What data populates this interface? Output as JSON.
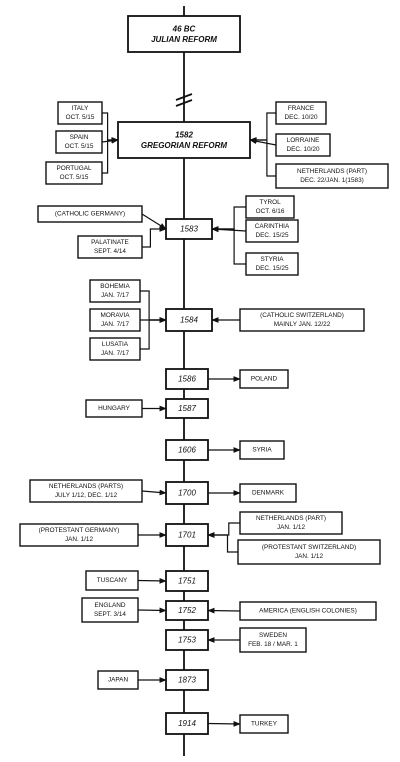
{
  "timeline": [
    {
      "key": "julian",
      "lines": [
        "46 BC",
        "JULIAN REFORM"
      ]
    },
    {
      "key": "gregorian",
      "lines": [
        "1582",
        "GREGORIAN REFORM"
      ]
    },
    {
      "key": "y1583",
      "lines": [
        "1583"
      ]
    },
    {
      "key": "y1584",
      "lines": [
        "1584"
      ]
    },
    {
      "key": "y1586",
      "lines": [
        "1586"
      ]
    },
    {
      "key": "y1587",
      "lines": [
        "1587"
      ]
    },
    {
      "key": "y1606",
      "lines": [
        "1606"
      ]
    },
    {
      "key": "y1700",
      "lines": [
        "1700"
      ]
    },
    {
      "key": "y1701",
      "lines": [
        "1701"
      ]
    },
    {
      "key": "y1751",
      "lines": [
        "1751"
      ]
    },
    {
      "key": "y1752",
      "lines": [
        "1752"
      ]
    },
    {
      "key": "y1753",
      "lines": [
        "1753"
      ]
    },
    {
      "key": "y1873",
      "lines": [
        "1873"
      ]
    },
    {
      "key": "y1914",
      "lines": [
        "1914"
      ]
    }
  ],
  "countries": [
    {
      "key": "italy",
      "to": "gregorian",
      "lines": [
        "ITALY",
        "OCT. 5/15"
      ]
    },
    {
      "key": "spain",
      "to": "gregorian",
      "lines": [
        "SPAIN",
        "OCT. 5/15"
      ]
    },
    {
      "key": "portugal",
      "to": "gregorian",
      "lines": [
        "PORTUGAL",
        "OCT. 5/15"
      ]
    },
    {
      "key": "france",
      "to": "gregorian",
      "lines": [
        "FRANCE",
        "DEC. 10/20"
      ]
    },
    {
      "key": "lorraine",
      "to": "gregorian",
      "lines": [
        "LORRAINE",
        "DEC. 10/20"
      ]
    },
    {
      "key": "netherlands-part-1582",
      "to": "gregorian",
      "lines": [
        "NETHERLANDS (PART)",
        "DEC. 22/JAN. 1(1583)"
      ]
    },
    {
      "key": "catholic-germany",
      "to": "y1583",
      "lines": [
        "(CATHOLIC GERMANY)"
      ]
    },
    {
      "key": "palatinate",
      "to": "y1583",
      "lines": [
        "PALATINATE",
        "SEPT. 4/14"
      ]
    },
    {
      "key": "tyrol",
      "to": "y1583",
      "lines": [
        "TYROL",
        "OCT. 6/16"
      ]
    },
    {
      "key": "carinthia",
      "to": "y1583",
      "lines": [
        "CARINTHIA",
        "DEC. 15/25"
      ]
    },
    {
      "key": "styria",
      "to": "y1583",
      "lines": [
        "STYRIA",
        "DEC. 15/25"
      ]
    },
    {
      "key": "bohemia",
      "to": "y1584",
      "lines": [
        "BOHEMIA",
        "JAN. 7/17"
      ]
    },
    {
      "key": "moravia",
      "to": "y1584",
      "lines": [
        "MORAVIA",
        "JAN. 7/17"
      ]
    },
    {
      "key": "lusatia",
      "to": "y1584",
      "lines": [
        "LUSATIA",
        "JAN. 7/17"
      ]
    },
    {
      "key": "catholic-switzerland",
      "to": "y1584",
      "lines": [
        "(CATHOLIC SWITZERLAND)",
        "MAINLY JAN. 12/22"
      ]
    },
    {
      "key": "poland",
      "to": "y1586",
      "lines": [
        "POLAND"
      ]
    },
    {
      "key": "hungary",
      "to": "y1587",
      "lines": [
        "HUNGARY"
      ]
    },
    {
      "key": "syria",
      "to": "y1606",
      "lines": [
        "SYRIA"
      ]
    },
    {
      "key": "netherlands-parts-1700",
      "to": "y1700",
      "lines": [
        "NETHERLANDS (PARTS)",
        "JULY 1/12, DEC. 1/12"
      ]
    },
    {
      "key": "denmark",
      "to": "y1700",
      "lines": [
        "DENMARK"
      ]
    },
    {
      "key": "protestant-germany",
      "to": "y1701",
      "lines": [
        "(PROTESTANT GERMANY)",
        "JAN. 1/12"
      ]
    },
    {
      "key": "netherlands-part-1701",
      "to": "y1701",
      "lines": [
        "NETHERLANDS (PART)",
        "JAN. 1/12"
      ]
    },
    {
      "key": "protestant-switzerland",
      "to": "y1701",
      "lines": [
        "(PROTESTANT SWITZERLAND)",
        "JAN. 1/12"
      ]
    },
    {
      "key": "tuscany",
      "to": "y1751",
      "lines": [
        "TUSCANY"
      ]
    },
    {
      "key": "england",
      "to": "y1752",
      "lines": [
        "ENGLAND",
        "SEPT. 3/14"
      ]
    },
    {
      "key": "america",
      "to": "y1752",
      "lines": [
        "AMERICA (ENGLISH COLONIES)"
      ]
    },
    {
      "key": "sweden",
      "to": "y1753",
      "lines": [
        "SWEDEN",
        "FEB. 18 / MAR. 1"
      ]
    },
    {
      "key": "japan",
      "to": "y1873",
      "lines": [
        "JAPAN"
      ]
    },
    {
      "key": "turkey",
      "to": "y1914",
      "lines": [
        "TURKEY"
      ]
    }
  ]
}
